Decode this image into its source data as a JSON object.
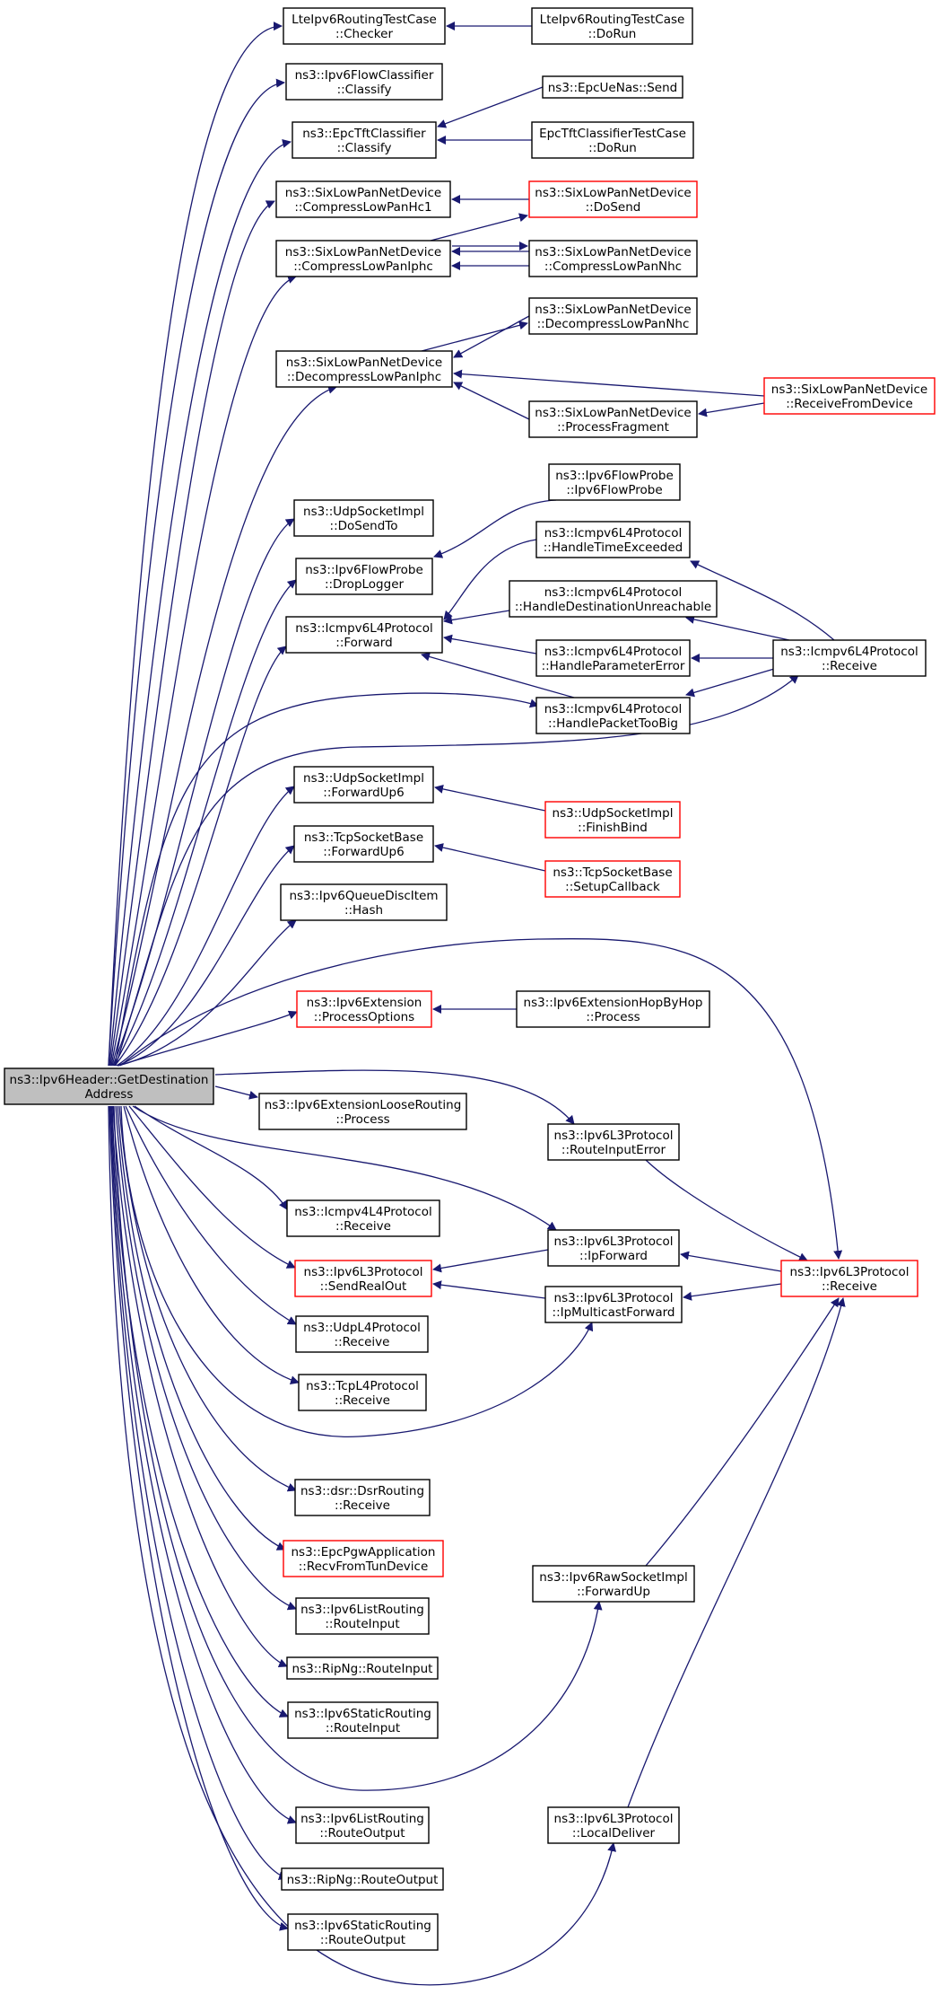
{
  "colors": {
    "edge": "#191970",
    "box_normal": "#000000",
    "box_truncated": "#ff0000",
    "root_fill": "#bfbfbf",
    "background": "#ffffff"
  },
  "nodes": [
    {
      "id": "root",
      "lines": [
        "ns3::Ipv6Header::GetDestination",
        "Address"
      ],
      "style": "root"
    },
    {
      "id": "lte_checker",
      "lines": [
        "LteIpv6RoutingTestCase",
        "::Checker"
      ],
      "style": "normal"
    },
    {
      "id": "lte_dorun",
      "lines": [
        "LteIpv6RoutingTestCase",
        "::DoRun"
      ],
      "style": "normal"
    },
    {
      "id": "flowclass",
      "lines": [
        "ns3::Ipv6FlowClassifier",
        "::Classify"
      ],
      "style": "normal"
    },
    {
      "id": "epctft",
      "lines": [
        "ns3::EpcTftClassifier",
        "::Classify"
      ],
      "style": "normal"
    },
    {
      "id": "epcuenas",
      "lines": [
        "ns3::EpcUeNas::Send"
      ],
      "style": "normal"
    },
    {
      "id": "epctft_dorun",
      "lines": [
        "EpcTftClassifierTestCase",
        "::DoRun"
      ],
      "style": "normal"
    },
    {
      "id": "comp_hc1",
      "lines": [
        "ns3::SixLowPanNetDevice",
        "::CompressLowPanHc1"
      ],
      "style": "normal"
    },
    {
      "id": "dosend",
      "lines": [
        "ns3::SixLowPanNetDevice",
        "::DoSend"
      ],
      "style": "truncated"
    },
    {
      "id": "comp_iphc",
      "lines": [
        "ns3::SixLowPanNetDevice",
        "::CompressLowPanIphc"
      ],
      "style": "normal"
    },
    {
      "id": "comp_nhc",
      "lines": [
        "ns3::SixLowPanNetDevice",
        "::CompressLowPanNhc"
      ],
      "style": "normal"
    },
    {
      "id": "decomp_nhc",
      "lines": [
        "ns3::SixLowPanNetDevice",
        "::DecompressLowPanNhc"
      ],
      "style": "normal"
    },
    {
      "id": "decomp_iphc",
      "lines": [
        "ns3::SixLowPanNetDevice",
        "::DecompressLowPanIphc"
      ],
      "style": "normal"
    },
    {
      "id": "recv_from_dev",
      "lines": [
        "ns3::SixLowPanNetDevice",
        "::ReceiveFromDevice"
      ],
      "style": "truncated"
    },
    {
      "id": "proc_frag",
      "lines": [
        "ns3::SixLowPanNetDevice",
        "::ProcessFragment"
      ],
      "style": "normal"
    },
    {
      "id": "flowprobe_ctor",
      "lines": [
        "ns3::Ipv6FlowProbe",
        "::Ipv6FlowProbe"
      ],
      "style": "normal"
    },
    {
      "id": "udp_dosendto",
      "lines": [
        "ns3::UdpSocketImpl",
        "::DoSendTo"
      ],
      "style": "normal"
    },
    {
      "id": "icmp_time",
      "lines": [
        "ns3::Icmpv6L4Protocol",
        "::HandleTimeExceeded"
      ],
      "style": "normal"
    },
    {
      "id": "droplogger",
      "lines": [
        "ns3::Ipv6FlowProbe",
        "::DropLogger"
      ],
      "style": "normal"
    },
    {
      "id": "icmp_dest",
      "lines": [
        "ns3::Icmpv6L4Protocol",
        "::HandleDestinationUnreachable"
      ],
      "style": "normal"
    },
    {
      "id": "icmp_forward",
      "lines": [
        "ns3::Icmpv6L4Protocol",
        "::Forward"
      ],
      "style": "normal"
    },
    {
      "id": "icmp_param",
      "lines": [
        "ns3::Icmpv6L4Protocol",
        "::HandleParameterError"
      ],
      "style": "normal"
    },
    {
      "id": "icmp_receive",
      "lines": [
        "ns3::Icmpv6L4Protocol",
        "::Receive"
      ],
      "style": "normal"
    },
    {
      "id": "icmp_toobig",
      "lines": [
        "ns3::Icmpv6L4Protocol",
        "::HandlePacketTooBig"
      ],
      "style": "normal"
    },
    {
      "id": "udp_fwdup6",
      "lines": [
        "ns3::UdpSocketImpl",
        "::ForwardUp6"
      ],
      "style": "normal"
    },
    {
      "id": "udp_finishbind",
      "lines": [
        "ns3::UdpSocketImpl",
        "::FinishBind"
      ],
      "style": "truncated"
    },
    {
      "id": "tcp_fwdup6",
      "lines": [
        "ns3::TcpSocketBase",
        "::ForwardUp6"
      ],
      "style": "normal"
    },
    {
      "id": "tcp_setupcb",
      "lines": [
        "ns3::TcpSocketBase",
        "::SetupCallback"
      ],
      "style": "truncated"
    },
    {
      "id": "queuedisc_hash",
      "lines": [
        "ns3::Ipv6QueueDiscItem",
        "::Hash"
      ],
      "style": "normal"
    },
    {
      "id": "ext_procopts",
      "lines": [
        "ns3::Ipv6Extension",
        "::ProcessOptions"
      ],
      "style": "truncated"
    },
    {
      "id": "ext_hopbyhop",
      "lines": [
        "ns3::Ipv6ExtensionHopByHop",
        "::Process"
      ],
      "style": "normal"
    },
    {
      "id": "ext_loose",
      "lines": [
        "ns3::Ipv6ExtensionLooseRouting",
        "::Process"
      ],
      "style": "normal"
    },
    {
      "id": "l3_routeinerr",
      "lines": [
        "ns3::Ipv6L3Protocol",
        "::RouteInputError"
      ],
      "style": "normal"
    },
    {
      "id": "icmpv4_receive",
      "lines": [
        "ns3::Icmpv4L4Protocol",
        "::Receive"
      ],
      "style": "normal"
    },
    {
      "id": "l3_ipforward",
      "lines": [
        "ns3::Ipv6L3Protocol",
        "::IpForward"
      ],
      "style": "normal"
    },
    {
      "id": "l3_receive",
      "lines": [
        "ns3::Ipv6L3Protocol",
        "::Receive"
      ],
      "style": "truncated"
    },
    {
      "id": "l3_sendrealout",
      "lines": [
        "ns3::Ipv6L3Protocol",
        "::SendRealOut"
      ],
      "style": "truncated"
    },
    {
      "id": "l3_ipmcast",
      "lines": [
        "ns3::Ipv6L3Protocol",
        "::IpMulticastForward"
      ],
      "style": "normal"
    },
    {
      "id": "udpl4_receive",
      "lines": [
        "ns3::UdpL4Protocol",
        "::Receive"
      ],
      "style": "normal"
    },
    {
      "id": "tcpl4_receive",
      "lines": [
        "ns3::TcpL4Protocol",
        "::Receive"
      ],
      "style": "normal"
    },
    {
      "id": "dsr_receive",
      "lines": [
        "ns3::dsr::DsrRouting",
        "::Receive"
      ],
      "style": "normal"
    },
    {
      "id": "epcpgw",
      "lines": [
        "ns3::EpcPgwApplication",
        "::RecvFromTunDevice"
      ],
      "style": "truncated"
    },
    {
      "id": "list_routeinput",
      "lines": [
        "ns3::Ipv6ListRouting",
        "::RouteInput"
      ],
      "style": "normal"
    },
    {
      "id": "raw_fwdup",
      "lines": [
        "ns3::Ipv6RawSocketImpl",
        "::ForwardUp"
      ],
      "style": "normal"
    },
    {
      "id": "ripng_routeinput",
      "lines": [
        "ns3::RipNg::RouteInput"
      ],
      "style": "normal"
    },
    {
      "id": "static_routeinput",
      "lines": [
        "ns3::Ipv6StaticRouting",
        "::RouteInput"
      ],
      "style": "normal"
    },
    {
      "id": "list_routeoutput",
      "lines": [
        "ns3::Ipv6ListRouting",
        "::RouteOutput"
      ],
      "style": "normal"
    },
    {
      "id": "l3_localdeliver",
      "lines": [
        "ns3::Ipv6L3Protocol",
        "::LocalDeliver"
      ],
      "style": "normal"
    },
    {
      "id": "ripng_routeoutput",
      "lines": [
        "ns3::RipNg::RouteOutput"
      ],
      "style": "normal"
    },
    {
      "id": "static_routeoutput",
      "lines": [
        "ns3::Ipv6StaticRouting",
        "::RouteOutput"
      ],
      "style": "normal"
    }
  ]
}
